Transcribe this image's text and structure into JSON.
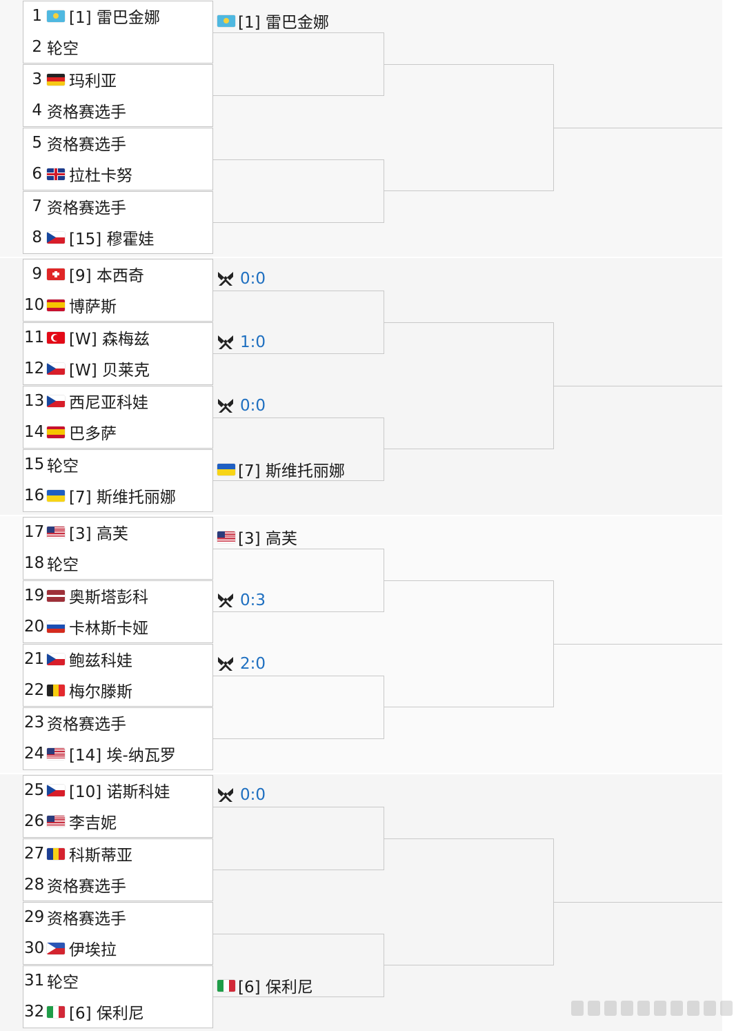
{
  "players": [
    {
      "num": "1",
      "flag": "kz",
      "name": "[1] 雷巴金娜"
    },
    {
      "num": "2",
      "flag": "",
      "name": "轮空"
    },
    {
      "num": "3",
      "flag": "de",
      "name": "玛利亚"
    },
    {
      "num": "4",
      "flag": "",
      "name": "资格赛选手"
    },
    {
      "num": "5",
      "flag": "",
      "name": "资格赛选手"
    },
    {
      "num": "6",
      "flag": "gb",
      "name": "拉杜卡努"
    },
    {
      "num": "7",
      "flag": "",
      "name": "资格赛选手"
    },
    {
      "num": "8",
      "flag": "cz",
      "name": "[15] 穆霍娃"
    },
    {
      "num": "9",
      "flag": "ch",
      "name": "[9] 本西奇"
    },
    {
      "num": "10",
      "flag": "es",
      "name": "博萨斯"
    },
    {
      "num": "11",
      "flag": "tr",
      "name": "[W] 森梅兹"
    },
    {
      "num": "12",
      "flag": "cz",
      "name": "[W] 贝莱克"
    },
    {
      "num": "13",
      "flag": "cz",
      "name": "西尼亚科娃"
    },
    {
      "num": "14",
      "flag": "es",
      "name": "巴多萨"
    },
    {
      "num": "15",
      "flag": "",
      "name": "轮空"
    },
    {
      "num": "16",
      "flag": "ua",
      "name": "[7] 斯维托丽娜"
    },
    {
      "num": "17",
      "flag": "us",
      "name": "[3] 高芙"
    },
    {
      "num": "18",
      "flag": "",
      "name": "轮空"
    },
    {
      "num": "19",
      "flag": "lv",
      "name": "奥斯塔彭科"
    },
    {
      "num": "20",
      "flag": "ru",
      "name": "卡林斯卡娅"
    },
    {
      "num": "21",
      "flag": "cz",
      "name": "鲍兹科娃"
    },
    {
      "num": "22",
      "flag": "be",
      "name": "梅尔滕斯"
    },
    {
      "num": "23",
      "flag": "",
      "name": "资格赛选手"
    },
    {
      "num": "24",
      "flag": "us",
      "name": "[14] 埃-纳瓦罗"
    },
    {
      "num": "25",
      "flag": "cz",
      "name": "[10] 诺斯科娃"
    },
    {
      "num": "26",
      "flag": "us",
      "name": "李吉妮"
    },
    {
      "num": "27",
      "flag": "ro",
      "name": "科斯蒂亚"
    },
    {
      "num": "28",
      "flag": "",
      "name": "资格赛选手"
    },
    {
      "num": "29",
      "flag": "",
      "name": "资格赛选手"
    },
    {
      "num": "30",
      "flag": "ph",
      "name": "伊埃拉"
    },
    {
      "num": "31",
      "flag": "",
      "name": "轮空"
    },
    {
      "num": "32",
      "flag": "it",
      "name": "[6] 保利尼"
    }
  ],
  "round2": [
    {
      "type": "winner",
      "flag": "kz",
      "name": "[1] 雷巴金娜"
    },
    null,
    null,
    null,
    {
      "type": "score",
      "score": "0:0"
    },
    {
      "type": "score",
      "score": "1:0"
    },
    {
      "type": "score",
      "score": "0:0"
    },
    {
      "type": "winner",
      "flag": "ua",
      "name": "[7] 斯维托丽娜"
    },
    {
      "type": "winner",
      "flag": "us",
      "name": "[3] 高芙"
    },
    {
      "type": "score",
      "score": "0:3"
    },
    {
      "type": "score",
      "score": "2:0"
    },
    null,
    {
      "type": "score",
      "score": "0:0"
    },
    null,
    null,
    {
      "type": "winner",
      "flag": "it",
      "name": "[6] 保利尼"
    }
  ],
  "colors": {
    "score": "#1e6fc0",
    "section_alt_bg": "#f5f5f5",
    "line": "#c8c8c8"
  }
}
